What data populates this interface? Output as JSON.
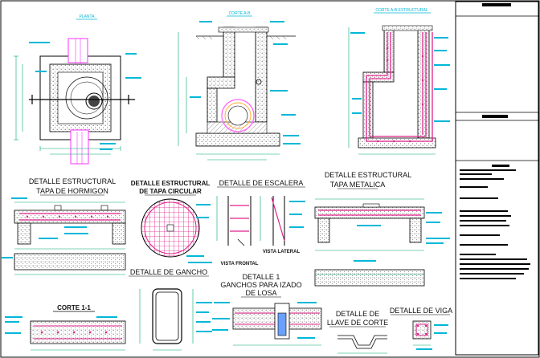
{
  "titles": {
    "planta": "PLANTA",
    "corte_ab": "CORTE A-B",
    "corte_ab_estructural": "CORTE A-B ESTRUCTURAL",
    "tapa_hormigon_1": "DETALLE  ESTRUCTURAL",
    "tapa_hormigon_2": "TAPA DE HORMIGON",
    "tapa_circular_1": "DETALLE ESTRUCTURAL",
    "tapa_circular_2": "DE TAPA CIRCULAR",
    "escalera": "DETALLE DE ESCALERA",
    "tapa_metalica_1": "DETALLE  ESTRUCTURAL",
    "tapa_metalica_2": "TAPA METALICA",
    "vista_frontal": "VISTA FRONTAL",
    "vista_lateral": "VISTA LATERAL",
    "gancho": "DETALLE DE GANCHO",
    "ganchos_izado_1": "DETALLE 1",
    "ganchos_izado_2": "GANCHOS PARA IZADO",
    "ganchos_izado_3": "DE LOSA",
    "corte_11": "CORTE 1-1",
    "llave_corte_1": "DETALLE DE",
    "llave_corte_2": "LLAVE DE CORTE",
    "viga": "DETALLE DE VIGA"
  },
  "colors": {
    "concrete": "#7a7a7a",
    "rebar": "#e0218a",
    "dims": "#00a870",
    "labels": "#00b8d8",
    "pipe": "#ff66ff",
    "outline": "#000000"
  }
}
